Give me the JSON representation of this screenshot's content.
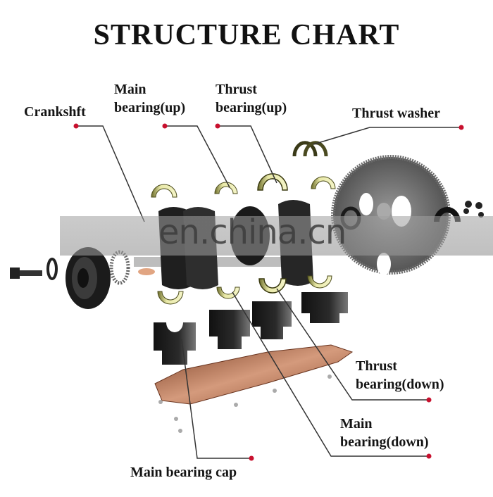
{
  "title": "STRUCTURE CHART",
  "watermark": "en.china.cn",
  "colors": {
    "callout_dot": "#c8102e",
    "callout_line": "#333333",
    "bearing_shell": "#e8e8a0",
    "cap_plate": "#b8785a",
    "metal_dark": "#222222"
  },
  "labels": {
    "crankshaft": "Crankshft",
    "main_bearing_up": [
      "Main",
      "bearing(up)"
    ],
    "thrust_bearing_up": [
      "Thrust",
      "bearing(up)"
    ],
    "thrust_washer": "Thrust washer",
    "thrust_bearing_down": [
      "Thrust",
      "bearing(down)"
    ],
    "main_bearing_down": [
      "Main",
      "bearing(down)"
    ],
    "main_bearing_cap": "Main bearing cap"
  }
}
